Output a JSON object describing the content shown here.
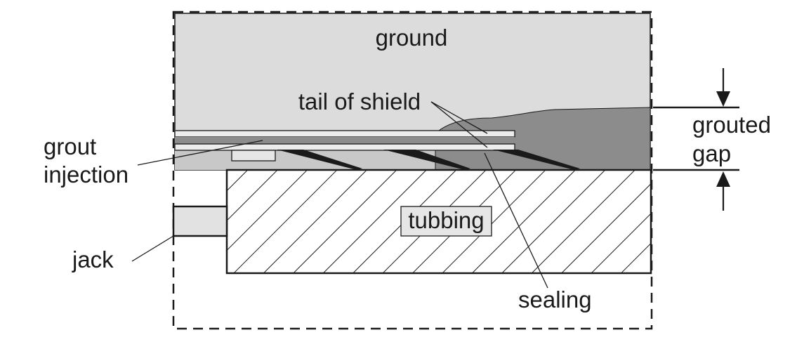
{
  "labels": {
    "ground": "ground",
    "tail_of_shield": "tail of shield",
    "grout_line1": "grout",
    "grout_line2": "injection",
    "grouted_line1": "grouted",
    "grouted_line2": "gap",
    "tubbing": "tubbing",
    "jack": "jack",
    "sealing": "sealing"
  },
  "colors": {
    "ground": "#dcdcdc",
    "grout": "#8c8c8c",
    "shield_plate": "#ececec",
    "gap": "#c8c8c8",
    "tubbing": "#ffffff",
    "line": "#1a1a1a",
    "seal": "#1a1a1a"
  }
}
